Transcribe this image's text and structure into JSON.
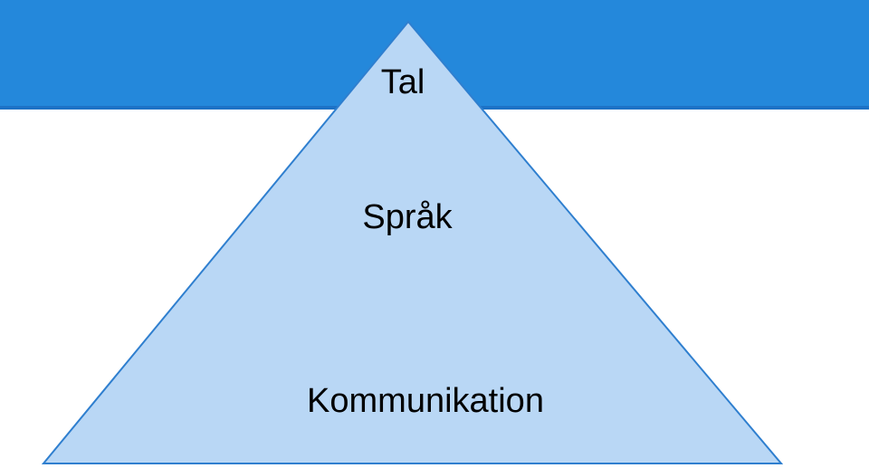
{
  "colors": {
    "band": "#2488db",
    "band_border": "#1d72c6",
    "pyramid_fill": "#b9d7f5",
    "pyramid_stroke": "#2f7fcf",
    "text": "#000000"
  },
  "pyramid": {
    "levels": [
      {
        "label": "Tal"
      },
      {
        "label": "Språk"
      },
      {
        "label": "Kommunikation"
      }
    ]
  }
}
